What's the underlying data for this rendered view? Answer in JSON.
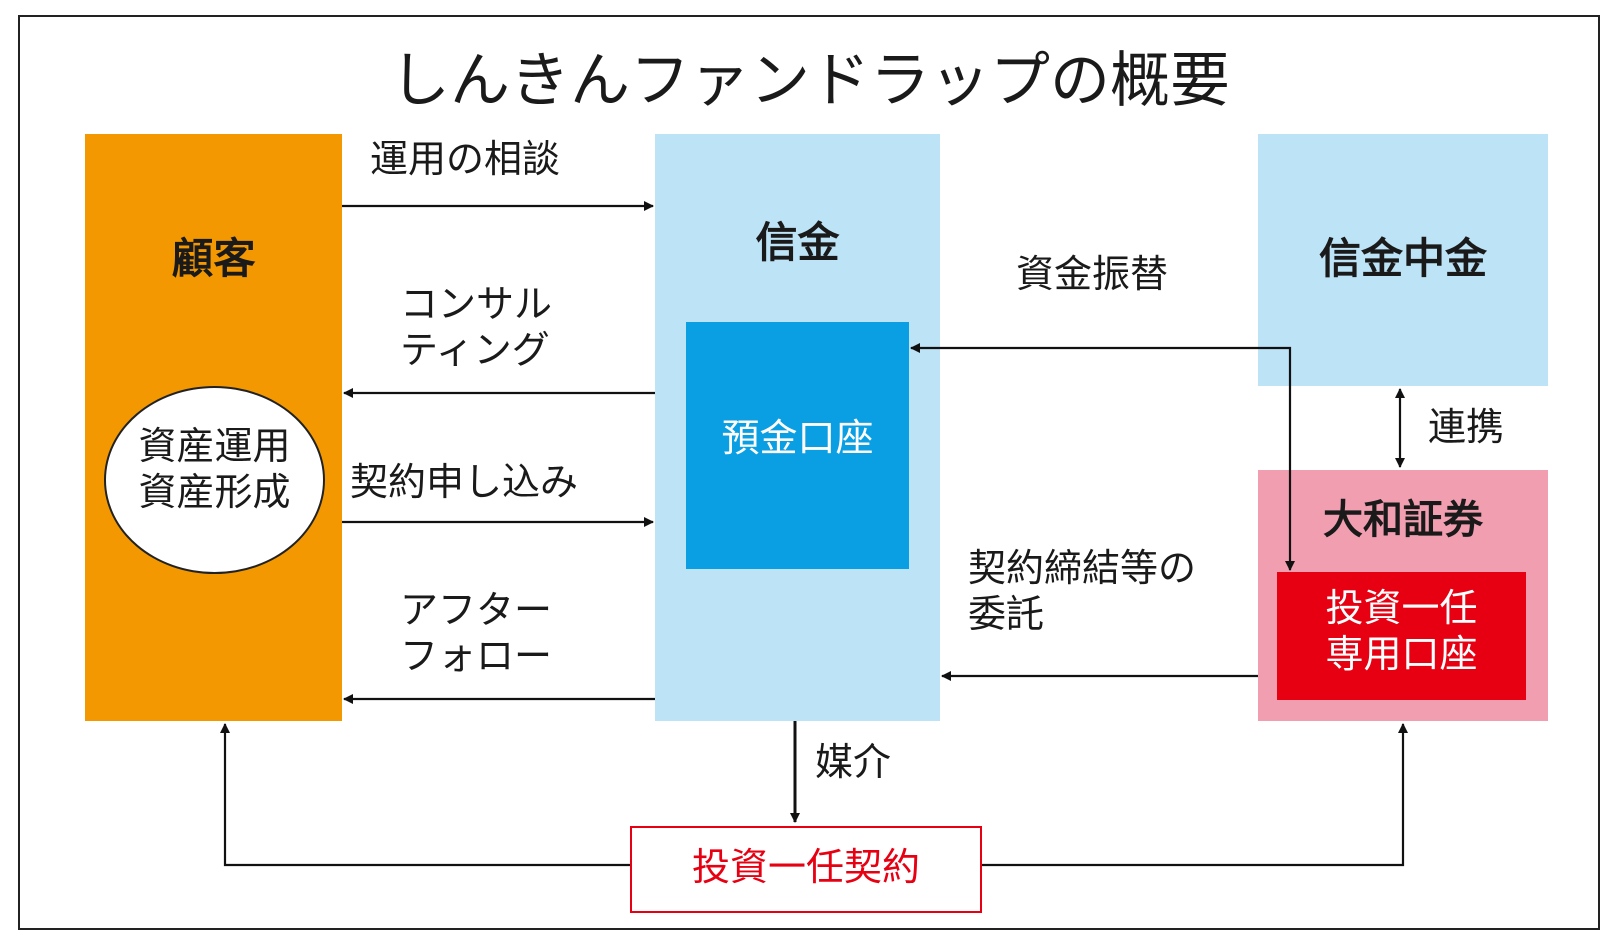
{
  "title": "しんきんファンドラップの概要",
  "nodes": {
    "customer": "顧客",
    "customer_inner": [
      "資産運用",
      "資産形成"
    ],
    "shinkin": "信金",
    "deposit_account": "預金口座",
    "shinkin_chukin": "信金中金",
    "daiwa": "大和証券",
    "dedicated_account": [
      "投資一任",
      "専用口座"
    ],
    "discretionary_contract": "投資一任契約"
  },
  "edges": {
    "consultation": "運用の相談",
    "consulting": [
      "コンサル",
      "ティング"
    ],
    "application": "契約申し込み",
    "after_follow": [
      "アフター",
      "フォロー"
    ],
    "fund_transfer": "資金振替",
    "cooperation": "連携",
    "entrustment": [
      "契約締結等の",
      "委託"
    ],
    "mediation": "媒介"
  },
  "colors": {
    "customer": "#f39800",
    "shinkin": "#bde3f7",
    "deposit": "#0a9ee3",
    "daiwa": "#f19fb0",
    "dedicated": "#e60012",
    "contract_border": "#e60012"
  }
}
